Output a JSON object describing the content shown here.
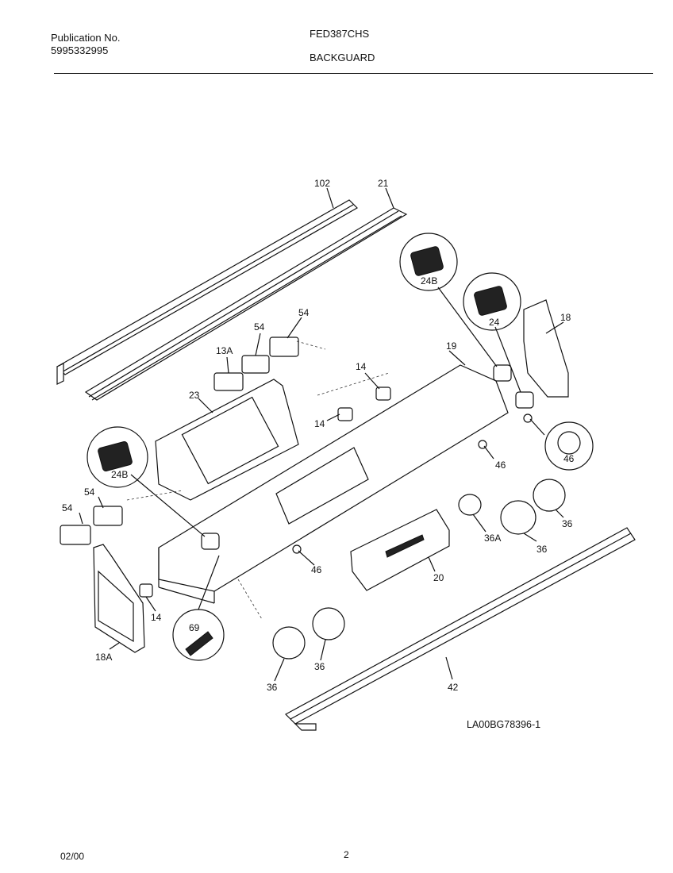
{
  "header": {
    "publication_label": "Publication No.",
    "publication_number": "5995332995",
    "model": "FED387CHS",
    "section": "BACKGUARD"
  },
  "callouts": {
    "c102": "102",
    "c21": "21",
    "c24B_top": "24B",
    "c24": "24",
    "c18": "18",
    "c54_a": "54",
    "c54_b": "54",
    "c13A": "13A",
    "c19": "19",
    "c14_a": "14",
    "c14_b": "14",
    "c23": "23",
    "c46_a": "46",
    "c46_b": "46",
    "c24B_left": "24B",
    "c54_c": "54",
    "c54_d": "54",
    "c36A": "36A",
    "c36_a": "36",
    "c36_b": "36",
    "c20": "20",
    "c46_c": "46",
    "c14_c": "14",
    "c69": "69",
    "c18A": "18A",
    "c36_c": "36",
    "c36_d": "36",
    "c42": "42"
  },
  "reference_code": "LA00BG78396-1",
  "footer": {
    "date": "02/00",
    "page": "2"
  }
}
